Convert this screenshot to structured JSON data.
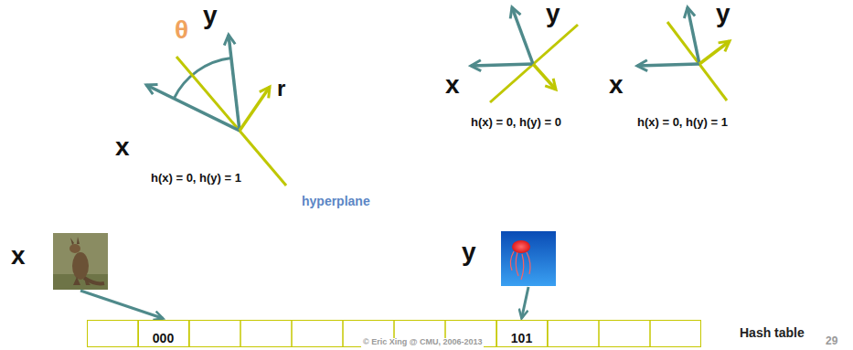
{
  "diagram": {
    "nodes": [
      {
        "text": [
          "x"
        ]
      },
      {
        "text": [
          "y"
        ]
      },
      {
        "text": [
          "Hash table"
        ]
      },
      {
        "text": [
          "000"
        ],
        "in": 2
      },
      {
        "text": [
          "101"
        ],
        "in": 2
      }
    ],
    "edges": [
      {
        "from": 0,
        "to": 3,
        "arrow": "to"
      },
      {
        "from": 1,
        "to": 4,
        "arrow": "to"
      }
    ],
    "labels": [
      "y",
      "θ",
      "r",
      "x",
      "h(x) = 0, h(y) = 1",
      "hyperplane",
      "y",
      "x",
      "h(x) = 0, h(y) = 0",
      "y",
      "x",
      "h(x) = 0, h(y) = 1",
      "© Eric Xing @ CMU, 2006-2013",
      "29"
    ]
  }
}
